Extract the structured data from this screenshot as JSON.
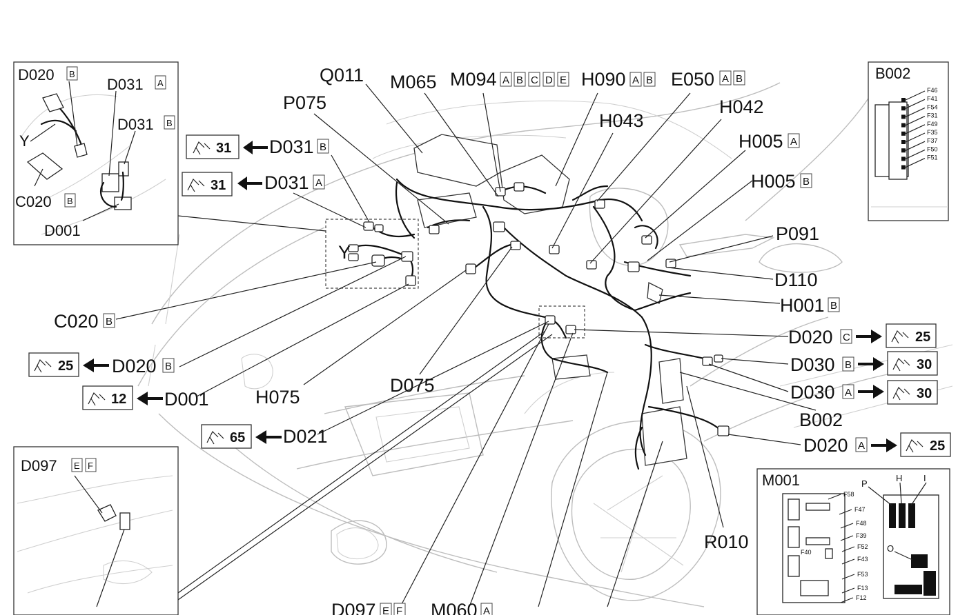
{
  "labels": {
    "Q011": "Q011",
    "M065": "M065",
    "M094": "M094",
    "H090": "H090",
    "E050": "E050",
    "P075": "P075",
    "H043": "H043",
    "H042": "H042",
    "H005": "H005",
    "P091": "P091",
    "D110": "D110",
    "H001": "H001",
    "D020": "D020",
    "D030": "D030",
    "B002": "B002",
    "R010": "R010",
    "D031": "D031",
    "C020": "C020",
    "D001": "D001",
    "H075": "H075",
    "D075": "D075",
    "D021": "D021",
    "D097": "D097",
    "M060": "M060",
    "M001": "M001",
    "Y": "Y"
  },
  "suffixes": {
    "A": "A",
    "B": "B",
    "C": "C",
    "D": "D",
    "E": "E",
    "F": "F"
  },
  "page_refs": {
    "p31": "31",
    "p25": "25",
    "p12": "12",
    "p65": "65",
    "p30": "30"
  },
  "fuses_b002": [
    "F46",
    "F41",
    "F54",
    "F31",
    "F49",
    "F35",
    "F37",
    "F50",
    "F51"
  ],
  "fuses_m001": [
    "F58",
    "F47",
    "F48",
    "F39",
    "F52",
    "F40",
    "F43",
    "F53",
    "F13",
    "F12"
  ],
  "relays_m001": {
    "P": "P",
    "H": "H",
    "I": "I",
    "O": "O"
  },
  "bottom_cut": {
    "d097_cut": "D097",
    "m060_cut": "M060"
  }
}
